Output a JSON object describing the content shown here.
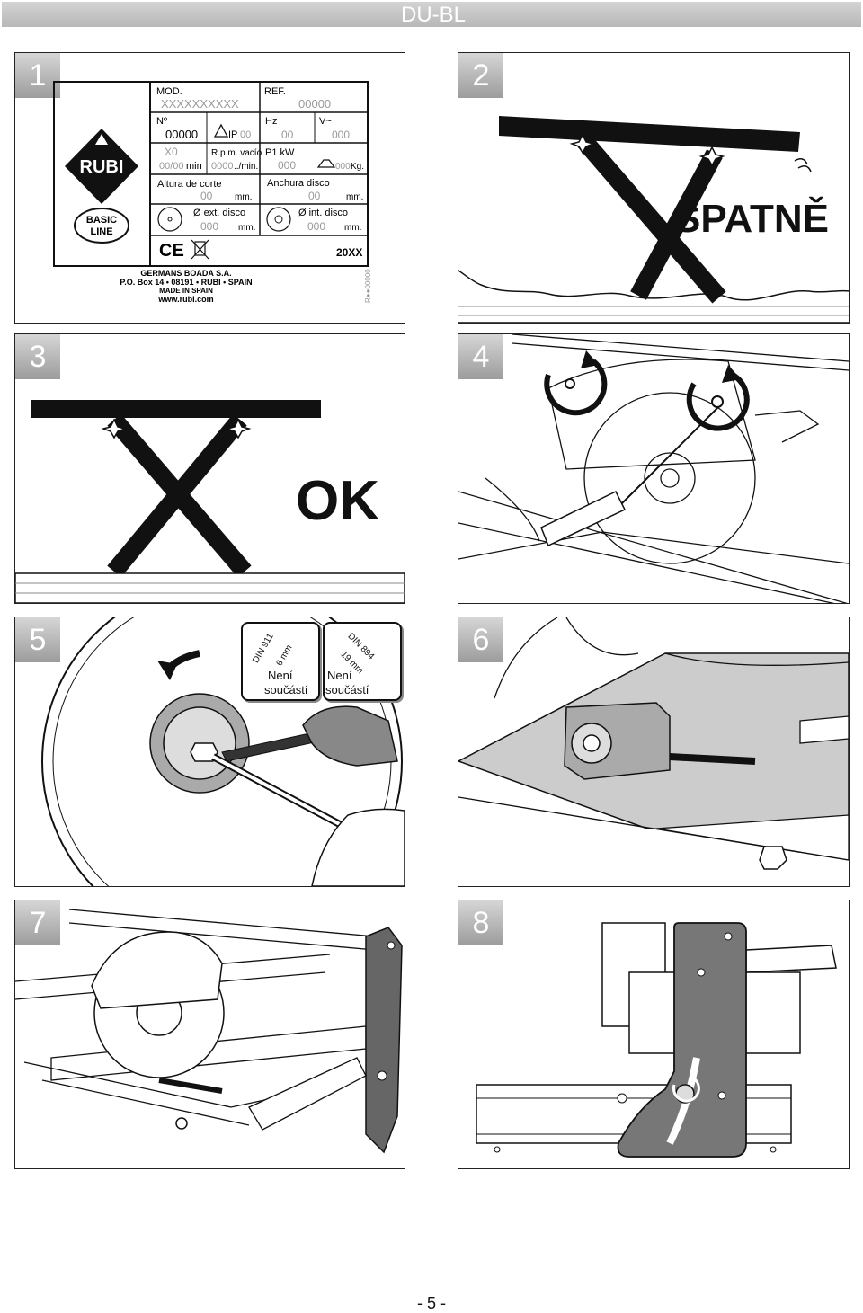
{
  "header": {
    "title": "DU-BL"
  },
  "panels": {
    "p1": {
      "number": "1",
      "brand": "RUBI",
      "badge": [
        "BASIC",
        "LINE"
      ],
      "plate": {
        "mod_label": "MOD.",
        "mod_value": "XXXXXXXXXX",
        "ref_label": "REF.",
        "ref_value": "00000",
        "no_label": "Nº",
        "no_value": "00000",
        "ip_label": "IP",
        "ip_value": "00",
        "hz_label": "Hz",
        "hz_value": "00",
        "v_label": "V~",
        "v_value": "000",
        "x0_label": "X0",
        "x0_value": "00/00",
        "x0_unit": "min",
        "rpm_label": "R.p.m. vacío",
        "rpm_value": "0000",
        "rpm_unit": "../min.",
        "p1_label": "P1 kW",
        "p1_value": "000",
        "kg_value": "000",
        "kg_unit": "Kg.",
        "cut_label": "Altura de corte",
        "cut_value": "00",
        "cut_unit": "mm.",
        "width_label": "Anchura disco",
        "width_value": "00",
        "width_unit": "mm.",
        "ext_label": "Ø ext. disco",
        "ext_value": "000",
        "ext_unit": "mm.",
        "int_label": "Ø int. disco",
        "int_value": "000",
        "int_unit": "mm.",
        "ce": "CE",
        "year": "20XX",
        "company": "GERMANS BOADA S.A.",
        "address": "P.O. Box 14 • 08191 • RUBI • SPAIN",
        "made_in": "MADE IN SPAIN",
        "web": "www.rubi.com",
        "side_code": "R●●00000"
      }
    },
    "p2": {
      "number": "2",
      "label": "ŠPATNĚ"
    },
    "p3": {
      "number": "3",
      "label": "OK"
    },
    "p4": {
      "number": "4"
    },
    "p5": {
      "number": "5",
      "tool1": {
        "din": "DIN 911",
        "size": "6 mm",
        "line1": "Není",
        "line2": "součástí"
      },
      "tool2": {
        "din": "DIN 894",
        "size": "19 mm",
        "line1": "Není",
        "line2": "součástí"
      }
    },
    "p6": {
      "number": "6"
    },
    "p7": {
      "number": "7"
    },
    "p8": {
      "number": "8"
    }
  },
  "footer": {
    "page": "- 5 -"
  }
}
